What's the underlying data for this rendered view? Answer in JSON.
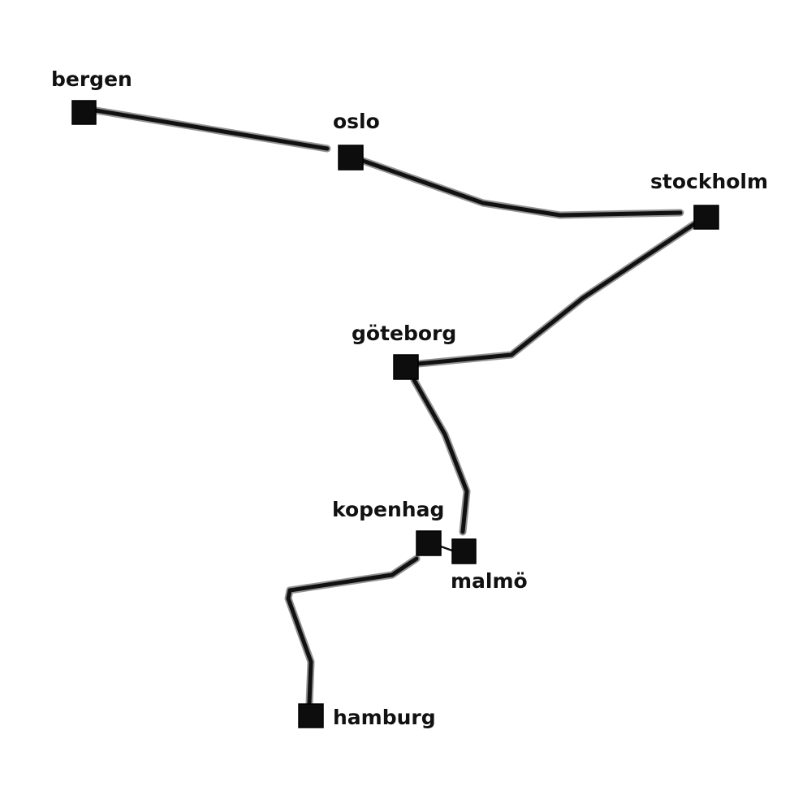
{
  "diagram": {
    "type": "rail-network",
    "background_color": "#ffffff",
    "line_color": "#111111",
    "station_color": "#0d0d0d",
    "cities": [
      {
        "id": "bergen",
        "label": "bergen"
      },
      {
        "id": "oslo",
        "label": "oslo"
      },
      {
        "id": "stockholm",
        "label": "stockholm"
      },
      {
        "id": "goteborg",
        "label": "göteborg"
      },
      {
        "id": "kopenhag",
        "label": "kopenhag"
      },
      {
        "id": "malmo",
        "label": "malmö"
      },
      {
        "id": "hamburg",
        "label": "hamburg"
      }
    ],
    "connections": [
      {
        "from": "bergen",
        "to": "oslo"
      },
      {
        "from": "oslo",
        "to": "stockholm"
      },
      {
        "from": "stockholm",
        "to": "goteborg"
      },
      {
        "from": "goteborg",
        "to": "malmo"
      },
      {
        "from": "kopenhag",
        "to": "malmo"
      },
      {
        "from": "kopenhag",
        "to": "hamburg"
      }
    ]
  }
}
